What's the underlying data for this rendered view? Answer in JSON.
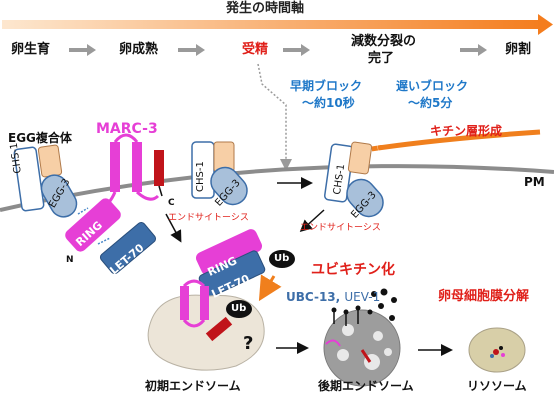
{
  "title": "発生の時間軸",
  "stages": [
    "卵生育",
    "卵成熟",
    "受精",
    "減数分裂の完了",
    "卵割"
  ],
  "stage_4_line1": "減数分裂の",
  "stage_4_line2": "完了",
  "early_block": {
    "line1": "早期ブロック",
    "line2": "～約10秒"
  },
  "late_block": {
    "line1": "遅いブロック",
    "line2": "～約5分"
  },
  "egg_complex": "EGG複合体",
  "marc3": "MARC-3",
  "chitin": "キチン層形成",
  "pm": "PM",
  "chs1": "CHS-1",
  "egg3": "EGG-3",
  "ring": "RING",
  "let70": "LET-70",
  "ub": "Ub",
  "n_term": "N",
  "c_term": "C",
  "endocytosis": "エンドサイトーシス",
  "ubiquitination": "ユビキチン化",
  "ubc13": "UBC-13, ",
  "uev1": "UEV-1",
  "question": "?",
  "degradation": "卵母細胞膜分解",
  "compartments": [
    "初期エンドソーム",
    "後期エンドソーム",
    "リソソーム"
  ],
  "colors": {
    "accent_red": "#e0201a",
    "blue_text": "#1f78c8",
    "marc3_magenta": "#e63fd6",
    "chitin_orange": "#f07f1d",
    "let70_blue": "#3d6ea8",
    "membrane_grey": "#8c8c8c"
  }
}
